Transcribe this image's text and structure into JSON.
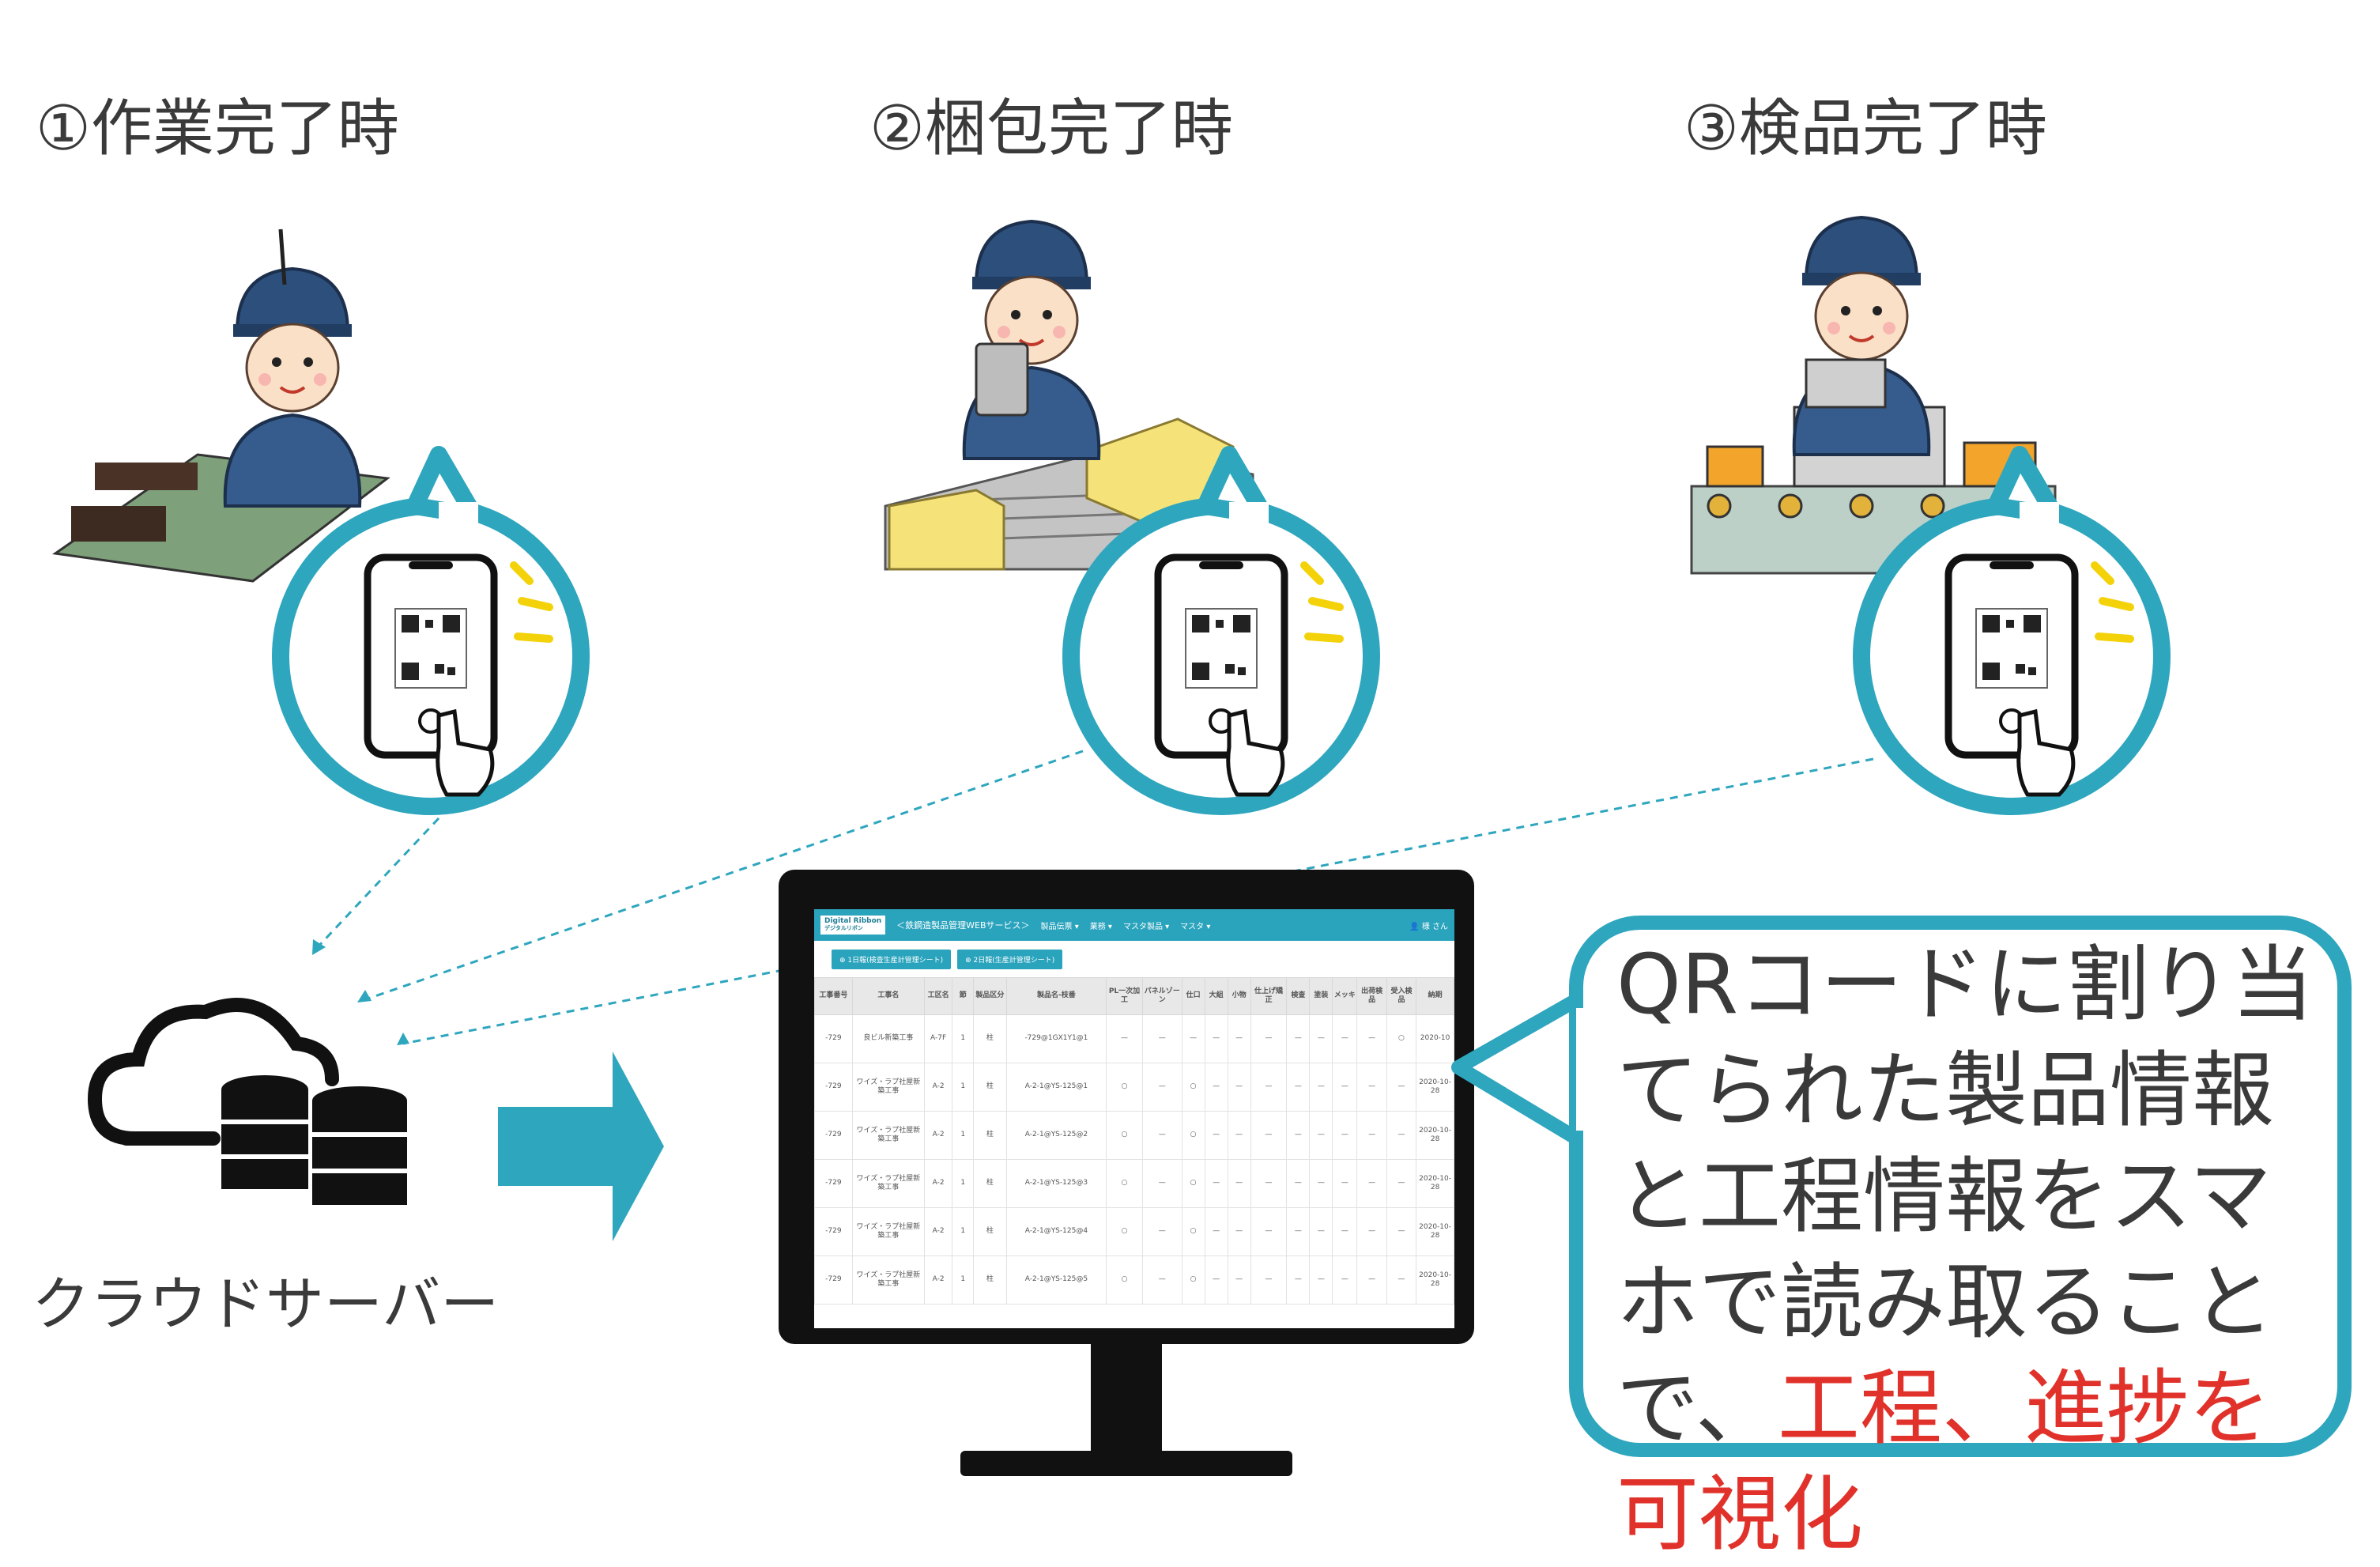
{
  "steps": [
    {
      "label": "①作業完了時",
      "icon": "worker-assembly-icon"
    },
    {
      "label": "②梱包完了時",
      "icon": "worker-packing-icon"
    },
    {
      "label": "③検品完了時",
      "icon": "worker-inspection-icon"
    }
  ],
  "phone_qr_text": "QRコード",
  "cloud_label": "クラウドサーバー",
  "app": {
    "logo_line1": "Digital Ribbon",
    "logo_line2": "デジタルリボン",
    "nav_title": "＜鉄鋼造製品管理WEBサービス＞",
    "menus": [
      "製品伝票 ▾",
      "業務 ▾",
      "マスタ製品 ▾",
      "マスタ ▾"
    ],
    "user": "👤 様 さん",
    "buttons": [
      "⊕ 1日報(検査生産計管理シート)",
      "⊕ 2日報(生産計管理シート)"
    ],
    "headers": [
      "工事番号",
      "工事名",
      "工区名",
      "節",
      "製品区分",
      "製品名-枝番",
      "PL一次加工",
      "パネルゾーン",
      "仕口",
      "大組",
      "小物",
      "仕上げ矯正",
      "検査",
      "塗装",
      "メッキ",
      "出荷検品",
      "受入検品",
      "納期"
    ],
    "rows": [
      [
        "-729",
        "良ビル新築工事",
        "A-7F",
        "1",
        "柱",
        "-729@1GX1Y1@1",
        "—",
        "—",
        "—",
        "—",
        "—",
        "—",
        "—",
        "—",
        "—",
        "—",
        "○",
        "2020-10"
      ],
      [
        "-729",
        "ワイズ・ラプ社屋新築工事",
        "A-2",
        "1",
        "柱",
        "A-2-1@YS-125@1",
        "○",
        "—",
        "○",
        "—",
        "—",
        "—",
        "—",
        "—",
        "—",
        "—",
        "—",
        "2020-10-28"
      ],
      [
        "-729",
        "ワイズ・ラプ社屋新築工事",
        "A-2",
        "1",
        "柱",
        "A-2-1@YS-125@2",
        "○",
        "—",
        "○",
        "—",
        "—",
        "—",
        "—",
        "—",
        "—",
        "—",
        "—",
        "2020-10-28"
      ],
      [
        "-729",
        "ワイズ・ラプ社屋新築工事",
        "A-2",
        "1",
        "柱",
        "A-2-1@YS-125@3",
        "○",
        "—",
        "○",
        "—",
        "—",
        "—",
        "—",
        "—",
        "—",
        "—",
        "—",
        "2020-10-28"
      ],
      [
        "-729",
        "ワイズ・ラプ社屋新築工事",
        "A-2",
        "1",
        "柱",
        "A-2-1@YS-125@4",
        "○",
        "—",
        "○",
        "—",
        "—",
        "—",
        "—",
        "—",
        "—",
        "—",
        "—",
        "2020-10-28"
      ],
      [
        "-729",
        "ワイズ・ラプ社屋新築工事",
        "A-2",
        "1",
        "柱",
        "A-2-1@YS-125@5",
        "○",
        "—",
        "○",
        "—",
        "—",
        "—",
        "—",
        "—",
        "—",
        "—",
        "—",
        "2020-10-28"
      ]
    ]
  },
  "bubble": {
    "text_normal": "QRコードに割り当てられた製品情報と工程情報をスマホで読み取ることで、",
    "text_highlight": "工程、進捗を可視化"
  },
  "colors": {
    "accent": "#2ea6be",
    "highlight": "#e0322a",
    "text": "#3a3a3a",
    "box_yellow": "#f5e37a"
  }
}
